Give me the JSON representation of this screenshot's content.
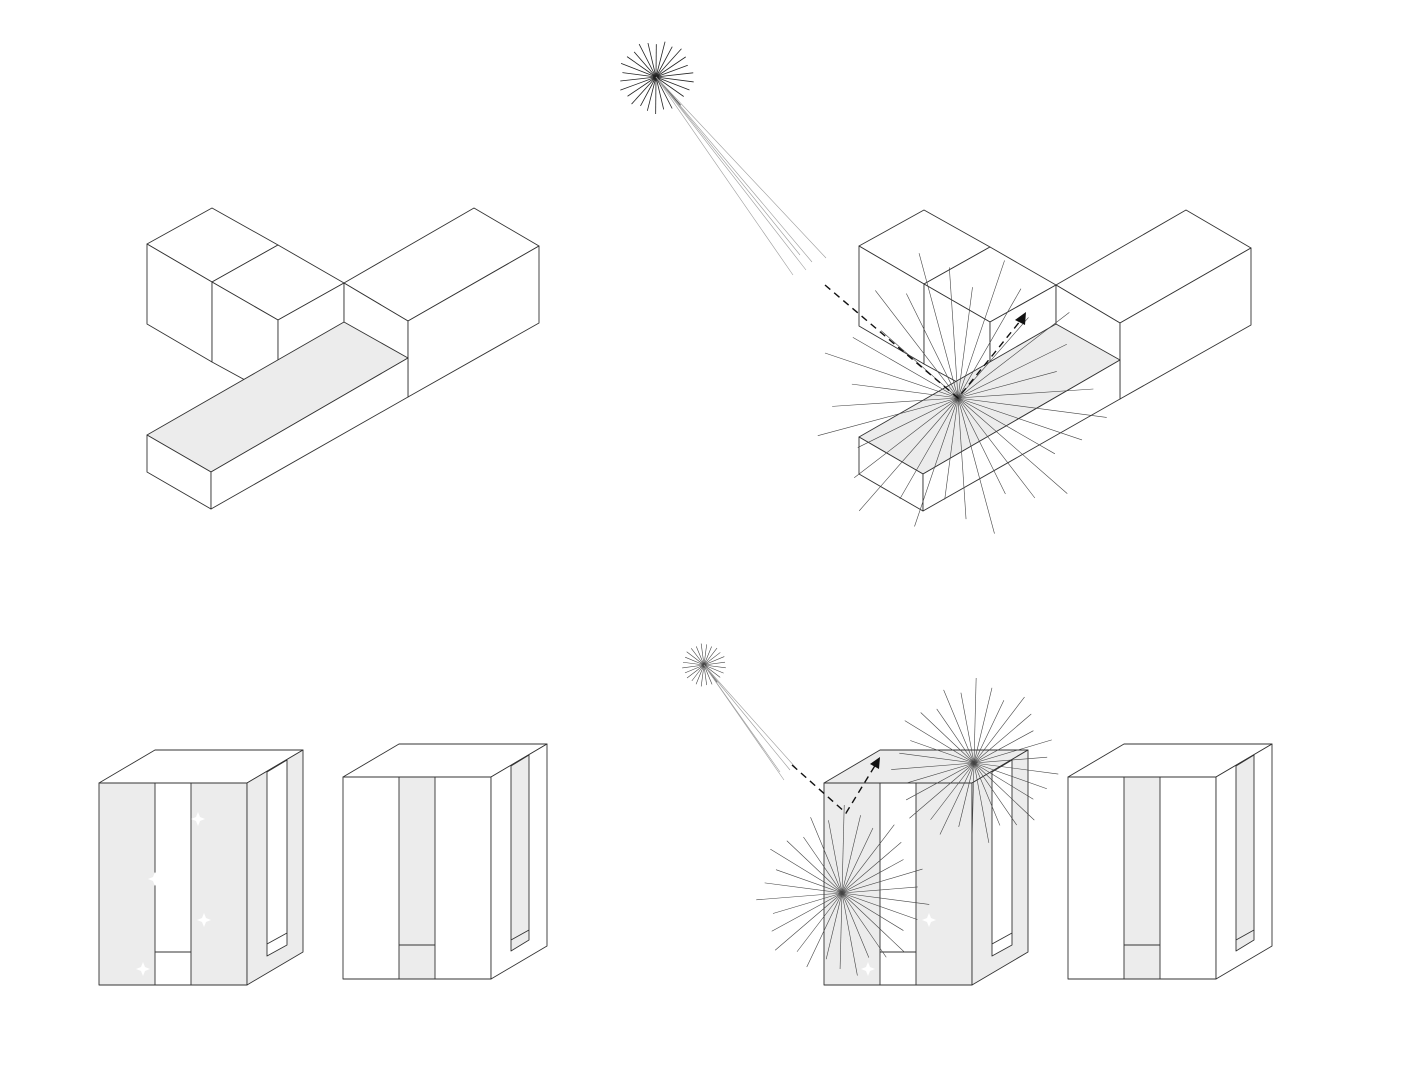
{
  "diagram": {
    "panels": [
      {
        "id": "block-plain"
      },
      {
        "id": "block-sunlit"
      },
      {
        "id": "cubes-plain"
      },
      {
        "id": "cubes-sunlit"
      }
    ],
    "colors": {
      "background": "#ffffff",
      "line": "#333333",
      "shaded_face": "#ececec",
      "light_beam": "#9a9a9a",
      "arrow": "#111111"
    },
    "icons": [
      "sun-icon",
      "light-burst-icon",
      "reflection-arrow-icon",
      "sparkle-icon"
    ]
  }
}
